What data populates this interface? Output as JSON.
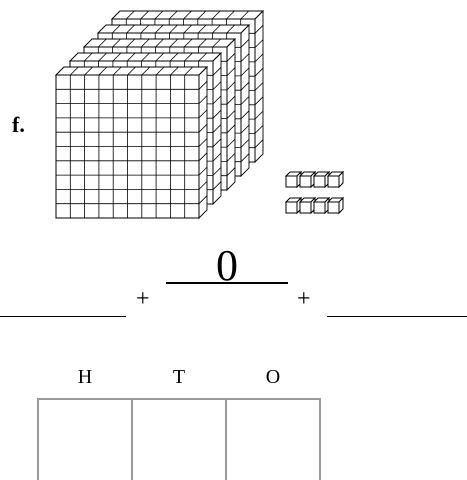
{
  "problem": {
    "label": "f.",
    "plus_symbol": "+",
    "middle_value": "0"
  },
  "blocks": {
    "hundreds_flats": 5,
    "ones_cubes": 8,
    "block_color": "#000000"
  },
  "place_value": {
    "headers": [
      "H",
      "T",
      "O"
    ],
    "box_border_color": "#999999"
  }
}
